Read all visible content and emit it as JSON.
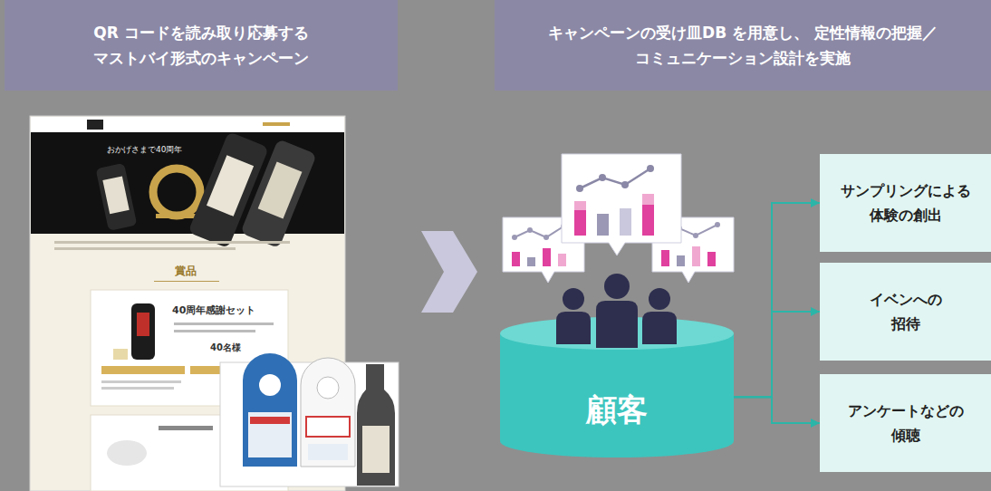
{
  "diagram": {
    "nodes": [
      {
        "text": [
          "QR コードを読み取り応募する マストバイ形式のキャンペーン"
        ]
      },
      {
        "text": [
          "キャンペーンの受け皿DB を用意し、 定性情報の把握／コミュニケーション設計を実施"
        ]
      },
      {
        "text": [
          "顧客"
        ]
      },
      {
        "text": [
          "サンプリングによる 体験の創出"
        ]
      },
      {
        "text": [
          "イベンへの 招待"
        ]
      },
      {
        "text": [
          "アンケートなどの 傾聴"
        ]
      }
    ],
    "edges": [
      {
        "from": 2,
        "to": 3,
        "arrow": "to"
      },
      {
        "from": 2,
        "to": 4,
        "arrow": "to"
      },
      {
        "from": 2,
        "to": 5,
        "arrow": "to"
      }
    ],
    "labels": [
      "おかげさまで40周年",
      "賞品",
      "40周年感謝セット",
      "40名様"
    ]
  }
}
